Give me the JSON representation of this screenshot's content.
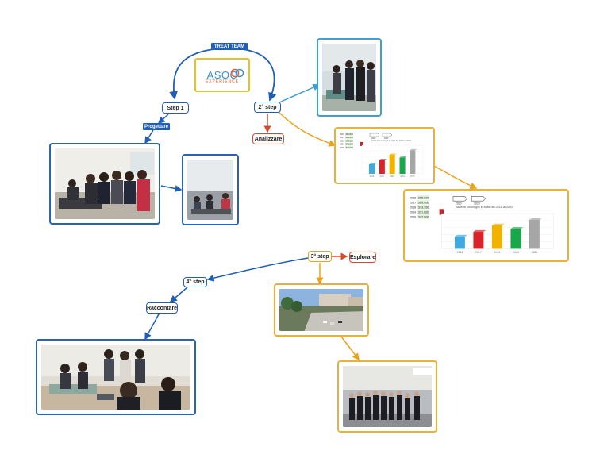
{
  "colors": {
    "blue": "#1f5fb8",
    "light_blue": "#3fa0d6",
    "orange": "#e8a319",
    "red": "#d9482b",
    "logo_border": "#e9c21a"
  },
  "header": {
    "tag": "TREAT TEAM"
  },
  "logo": {
    "main": "ASOC",
    "sub": "EXPERIENCE"
  },
  "nodes": {
    "step1": "Step 1",
    "progettare": "Progettare",
    "step2": "2° step",
    "analizzare": "Analizzare",
    "step3": "3° step",
    "esplorare": "Esplorare",
    "step4": "4° step",
    "raccontare": "Raccontare"
  },
  "photos": [
    {
      "icon": "photo-icon",
      "subject": "students-at-computers"
    },
    {
      "icon": "photo-icon",
      "subject": "classroom"
    },
    {
      "icon": "photo-icon",
      "subject": "students-standing"
    },
    {
      "icon": "photo-icon",
      "subject": "campus-aerial"
    },
    {
      "icon": "photo-icon",
      "subject": "group-photo"
    },
    {
      "icon": "photo-icon",
      "subject": "students-at-laptops"
    }
  ],
  "chart_data": {
    "type": "bar",
    "title": "pazienti oncologici in italia dal 2016 al 2020",
    "categories": [
      "2016",
      "2017",
      "2018",
      "2019",
      "2020"
    ],
    "values": [
      365800,
      369000,
      373300,
      371000,
      377000
    ],
    "colors": [
      "#3fa9e0",
      "#d9232a",
      "#f2b300",
      "#17a84a",
      "#a6a6a6"
    ],
    "legend_years": [
      "2016",
      "2017",
      "2018",
      "2019",
      "2020"
    ],
    "legend_values": [
      "365.800",
      "369.000",
      "373.300",
      "371.000",
      "377.000"
    ],
    "callouts": [
      "2020",
      "2020"
    ]
  }
}
